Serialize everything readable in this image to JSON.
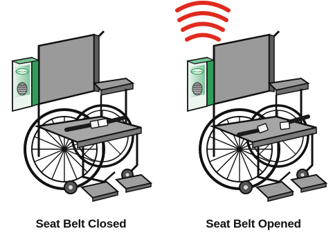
{
  "panels": [
    {
      "caption": "Seat Belt Closed",
      "belt": "closed",
      "alarm": false
    },
    {
      "caption": "Seat Belt Opened",
      "belt": "opened",
      "alarm": true
    }
  ],
  "device_brand": "SMCURE",
  "colors": {
    "alarm_waves": "#e02a1e",
    "device_green": "#2f9e5a",
    "seat_fill": "#a6a6a6",
    "backrest_fill": "#9a9a9a",
    "frame": "#111111"
  },
  "icons": {
    "alarm": "alarm-waves-icon",
    "device": "seat-belt-alarm-device",
    "chair": "wheelchair"
  }
}
